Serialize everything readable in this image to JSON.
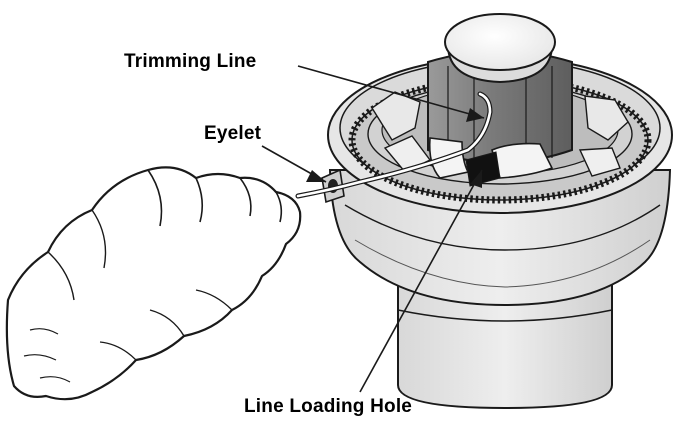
{
  "figure": {
    "labels": {
      "trimming_line": "Trimming Line",
      "eyelet": "Eyelet",
      "line_loading_hole": "Line Loading Hole"
    },
    "colors": {
      "outline": "#1a1a1a",
      "light_fill": "#eeeeee",
      "mid_fill": "#d4d4d4",
      "dark_fill": "#8e8e8e",
      "darker_fill": "#6e6e6e",
      "cap_fill": "#f7f7f7",
      "skin_fill": "#ffffff",
      "hole_fill": "#111111"
    }
  }
}
